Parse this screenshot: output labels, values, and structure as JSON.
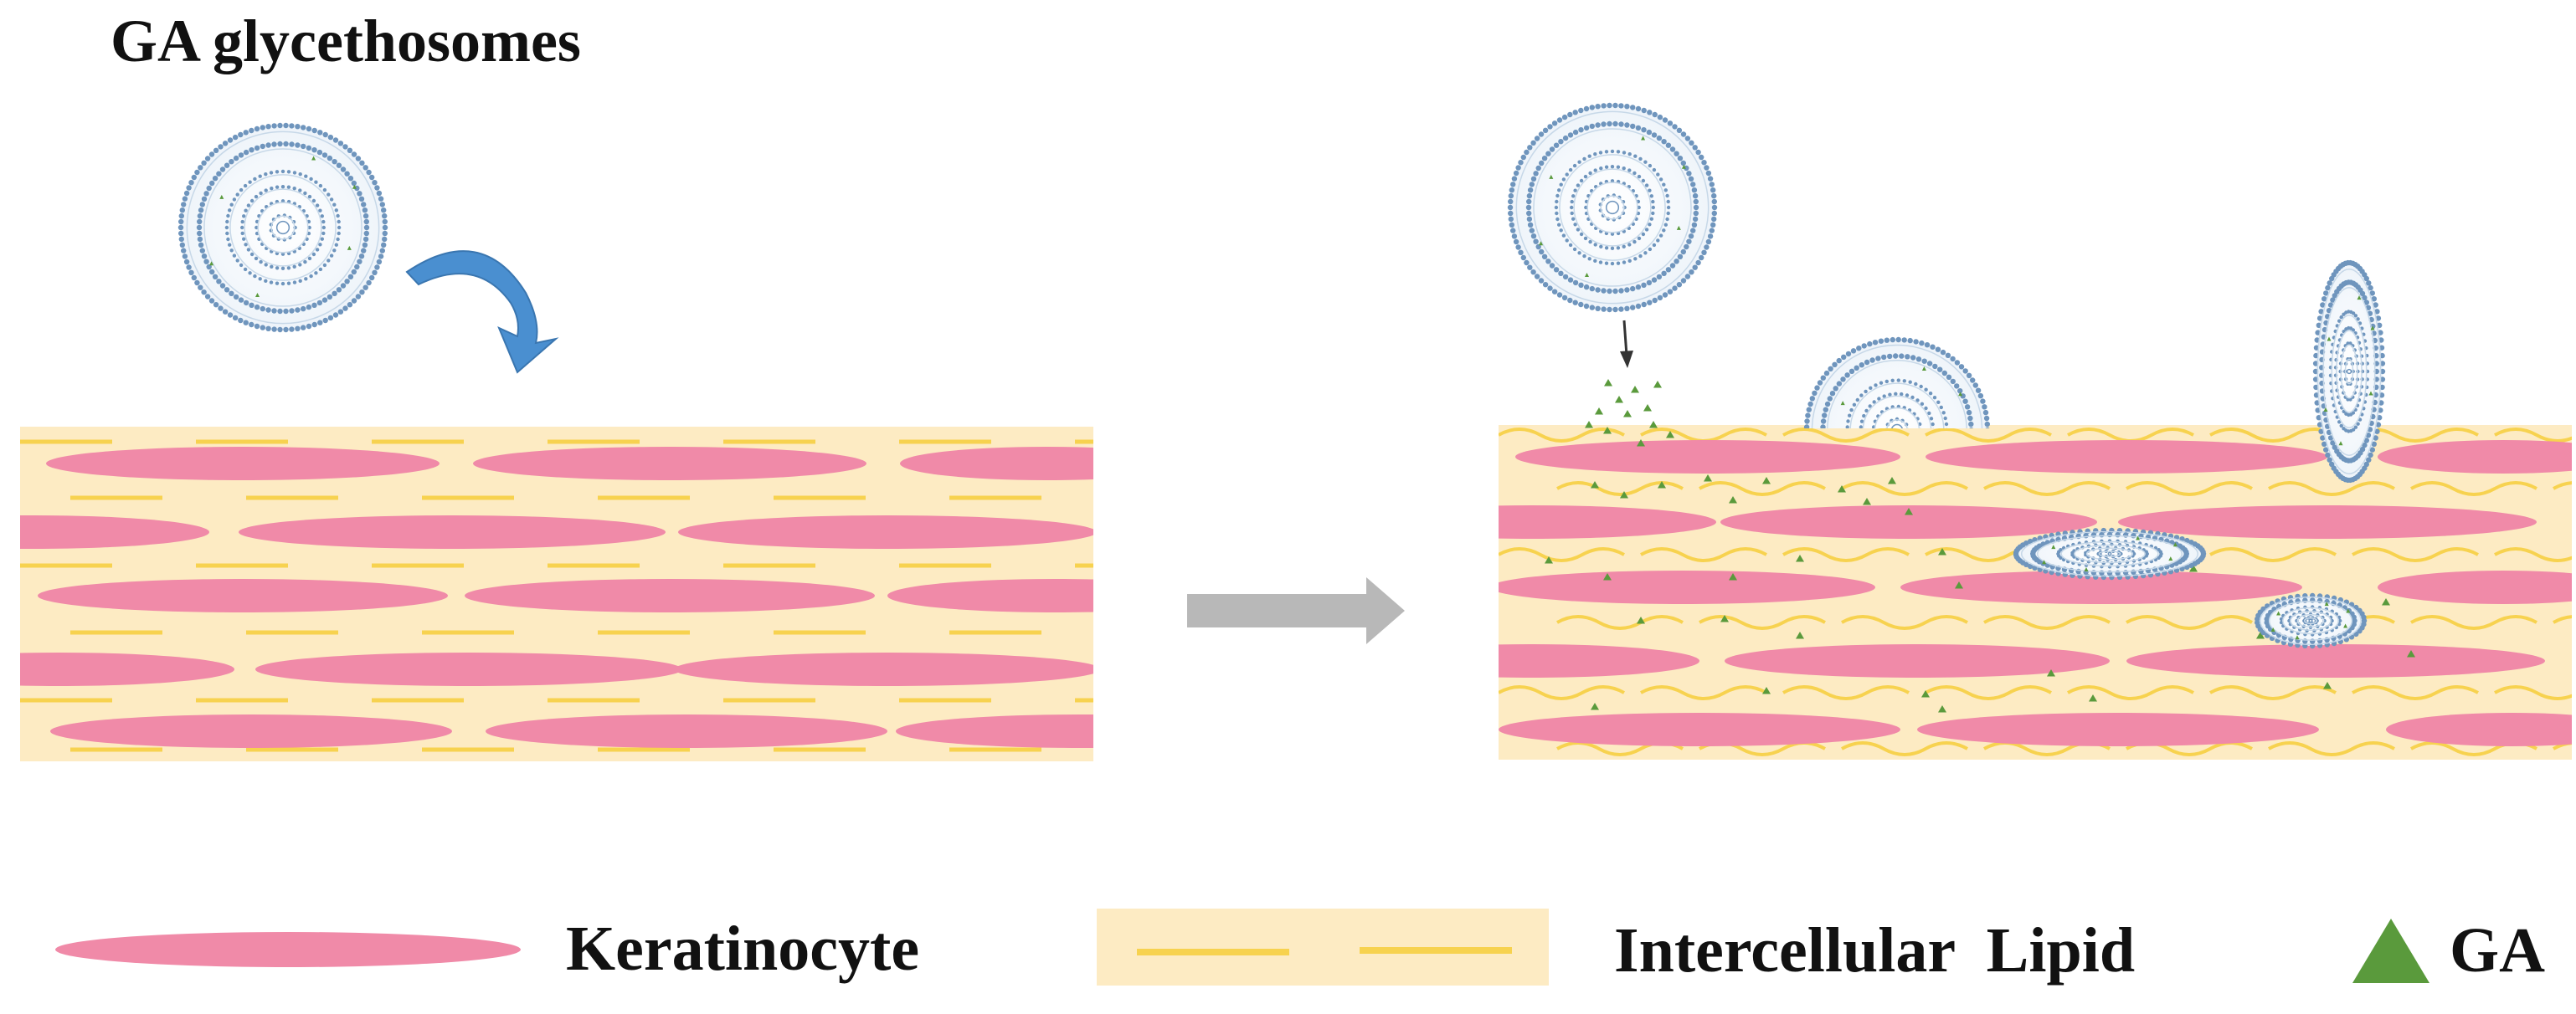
{
  "title": "GA glycethosomes",
  "legend": {
    "keratinocyte": "Keratinocyte",
    "lipid": "Intercellular  Lipid",
    "ga": "GA"
  },
  "colors": {
    "keratinocyte": "#f08aa8",
    "tissue": "#fdebc3",
    "lipid": "#f7d24f",
    "ga": "#5a9a3c",
    "membrane": "#6f95bd",
    "arrow_curved": "#4a8fd0",
    "arrow_main": "#b8b8b8"
  }
}
